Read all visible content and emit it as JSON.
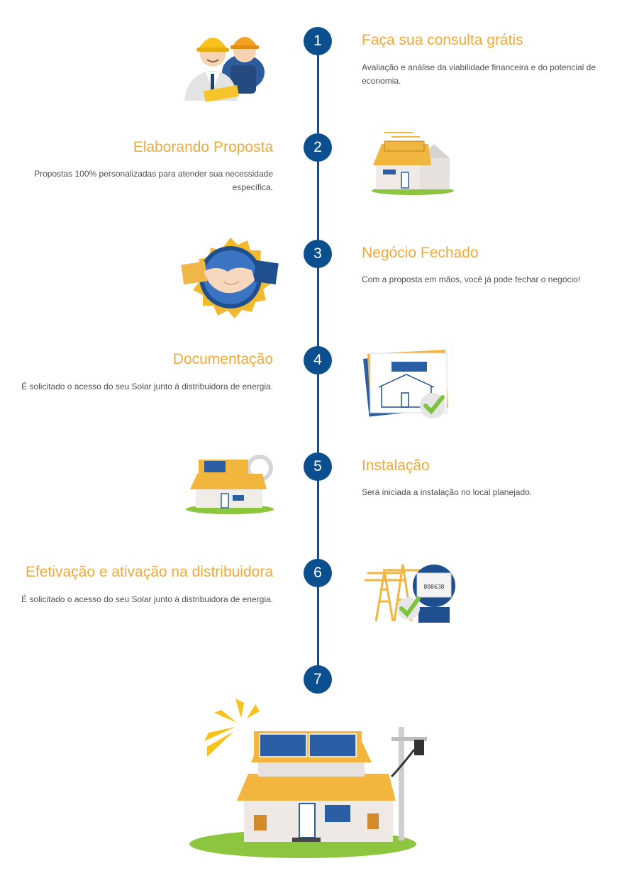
{
  "colors": {
    "accent": "#f2a93b",
    "primary": "#0b4f8f",
    "text": "#4f4f4f"
  },
  "steps": [
    {
      "number": "1",
      "title": "Faça sua consulta grátis",
      "description": "Avaliação e análise da viabilidade financeira e do potencial de economia.",
      "icon": "engineers-icon"
    },
    {
      "number": "2",
      "title": "Elaborando Proposta",
      "description": "Propostas 100% personalizadas para atender sua necessidade específica.",
      "icon": "house-blueprint-icon"
    },
    {
      "number": "3",
      "title": "Negócio Fechado",
      "description": "Com a proposta em mãos, você já pode fechar o negócio!",
      "icon": "handshake-icon"
    },
    {
      "number": "4",
      "title": "Documentação",
      "description": "É solicitado o acesso do seu Solar junto à distribuidora de energia.",
      "icon": "documents-approved-icon"
    },
    {
      "number": "5",
      "title": "Instalação",
      "description": "Será iniciada a instalação no local planejado.",
      "icon": "house-installation-icon"
    },
    {
      "number": "6",
      "title": "Efetivação e ativação na distribuidora",
      "description": "É solicitado o acesso do seu Solar junto à distribuidora de energia.",
      "icon": "power-tower-meter-icon"
    },
    {
      "number": "7",
      "icon": "solar-house-icon"
    }
  ],
  "illustrations": {
    "meter_label": "800638"
  }
}
